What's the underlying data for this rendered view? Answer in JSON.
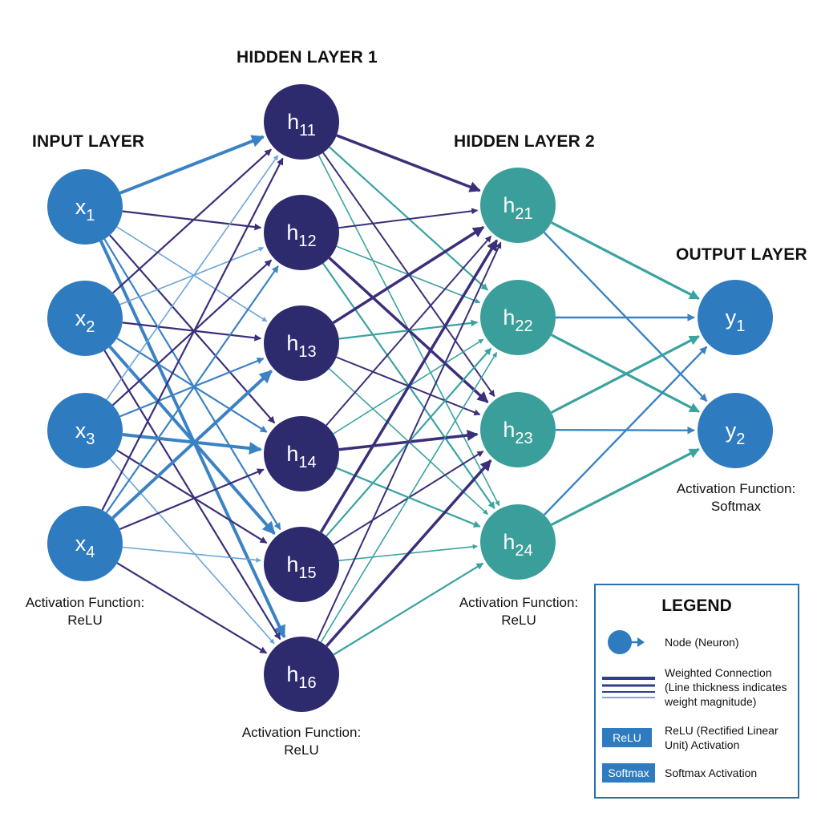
{
  "titles": {
    "input": "INPUT LAYER",
    "hidden1": "HIDDEN LAYER 1",
    "hidden2": "HIDDEN LAYER 2",
    "output": "OUTPUT LAYER"
  },
  "activations": {
    "input": [
      "Activation Function:",
      "ReLU"
    ],
    "hidden1": [
      "Activation Function:",
      "ReLU"
    ],
    "hidden2": [
      "Activation Function:",
      "ReLU"
    ],
    "output": [
      "Activation Function:",
      "Softmax"
    ]
  },
  "layers": [
    {
      "id": "input",
      "nodes": [
        {
          "base": "x",
          "sub": "1"
        },
        {
          "base": "x",
          "sub": "2"
        },
        {
          "base": "x",
          "sub": "3"
        },
        {
          "base": "x",
          "sub": "4"
        }
      ]
    },
    {
      "id": "hidden1",
      "nodes": [
        {
          "base": "h",
          "sub": "11"
        },
        {
          "base": "h",
          "sub": "12"
        },
        {
          "base": "h",
          "sub": "13"
        },
        {
          "base": "h",
          "sub": "14"
        },
        {
          "base": "h",
          "sub": "15"
        },
        {
          "base": "h",
          "sub": "16"
        }
      ]
    },
    {
      "id": "hidden2",
      "nodes": [
        {
          "base": "h",
          "sub": "21"
        },
        {
          "base": "h",
          "sub": "22"
        },
        {
          "base": "h",
          "sub": "23"
        },
        {
          "base": "h",
          "sub": "24"
        }
      ]
    },
    {
      "id": "output",
      "nodes": [
        {
          "base": "y",
          "sub": "1"
        },
        {
          "base": "y",
          "sub": "2"
        }
      ]
    }
  ],
  "colors": {
    "input_node": "#2f7bc0",
    "hidden1_node": "#2e2a6e",
    "hidden2_node": "#3a9e9a",
    "output_node": "#2f7bc0",
    "edge_blue": "#3b82c4",
    "edge_light": "#6aa5d8",
    "edge_purple": "#3a2f7a",
    "edge_teal": "#3aa3a0",
    "legend_border": "#2a6fae"
  },
  "legend": {
    "title": "LEGEND",
    "node": "Node (Neuron)",
    "connection": [
      "Weighted Connection",
      "(Line thickness indicates",
      "weight magnitude)"
    ],
    "relu_badge": "ReLU",
    "relu": [
      "ReLU (Rectified Linear",
      "Unit) Activation"
    ],
    "softmax_badge": "Softmax",
    "softmax": "Softmax Activation"
  }
}
